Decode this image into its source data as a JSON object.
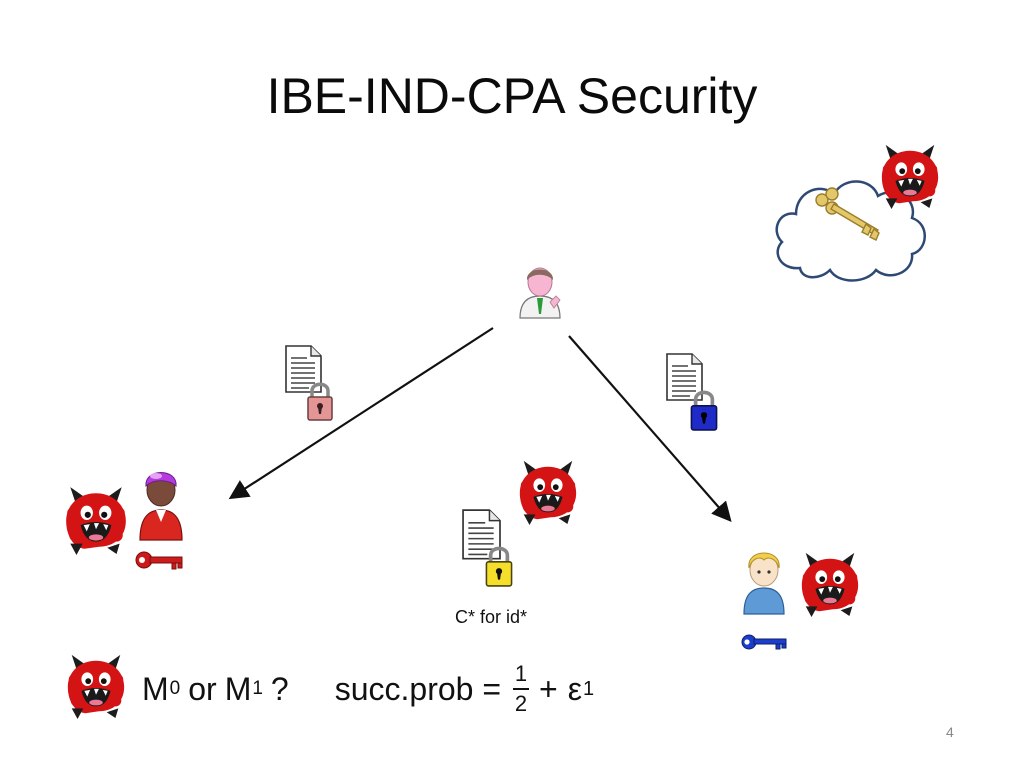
{
  "slide": {
    "title": "IBE-IND-CPA Security",
    "page_number": "4"
  },
  "challenge": {
    "caption": "C* for id*"
  },
  "question": {
    "m": "M",
    "m0_sup": "0",
    "or": "or",
    "m1": "M",
    "m1_sup": "1",
    "qmark": "?",
    "succ_prob": "succ.prob =",
    "frac_num": "1",
    "frac_den": "2",
    "plus": "+",
    "epsilon": "ε",
    "epsilon_sub": "1"
  },
  "colors": {
    "devil_red": "#d41414",
    "left_key": "#cc1b1b",
    "right_key": "#1b3fcc",
    "lock_pink": "#e49595",
    "lock_blue": "#1f2bc9",
    "lock_yellow": "#f5df2a",
    "cloud_stroke": "#2e4a74",
    "gold_key": "#c7a544"
  },
  "icons": [
    "devil-icon",
    "user-icon",
    "key-icon",
    "document-icon",
    "lock-icon",
    "cloud-icon",
    "master-key-icon",
    "arrow"
  ]
}
